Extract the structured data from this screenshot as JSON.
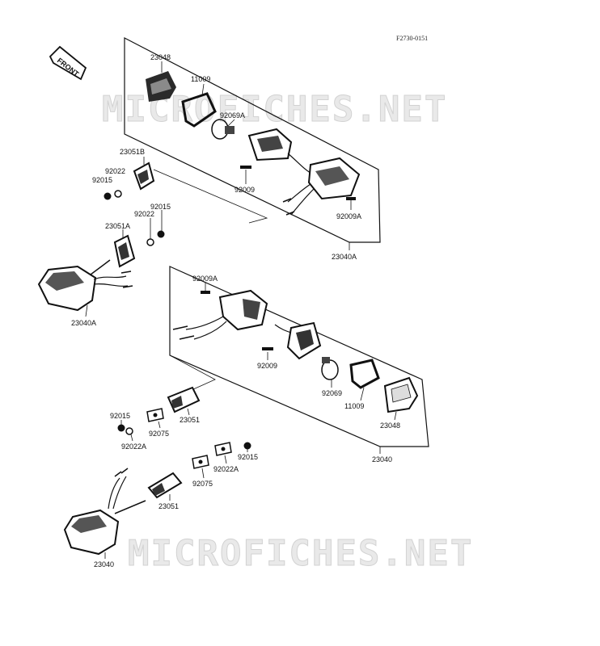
{
  "diagram_code": "F2730-0151",
  "front_label": "FRONT",
  "watermark": "MICROFICHES.NET",
  "parts": {
    "p23048_top": "23048",
    "p11009_top": "11009",
    "p92069A": "92069A",
    "p23051B": "23051B",
    "p92022_a": "92022",
    "p92015_a": "92015",
    "p92009_top": "92009",
    "p92009A_top": "92009A",
    "p92015_b": "92015",
    "p92022_b": "92022",
    "p23051A": "23051A",
    "p23040A_box": "23040A",
    "p23040A_left": "23040A",
    "p92009A_mid": "92009A",
    "p92009_mid": "92009",
    "p92069": "92069",
    "p11009_mid": "11009",
    "p23048_mid": "23048",
    "p23051_mid": "23051",
    "p92015_c": "92015",
    "p92075_a": "92075",
    "p92022A_a": "92022A",
    "p23040_box": "23040",
    "p92015_d": "92015",
    "p92022A_b": "92022A",
    "p92075_b": "92075",
    "p23051_low": "23051",
    "p23040_low": "23040"
  }
}
